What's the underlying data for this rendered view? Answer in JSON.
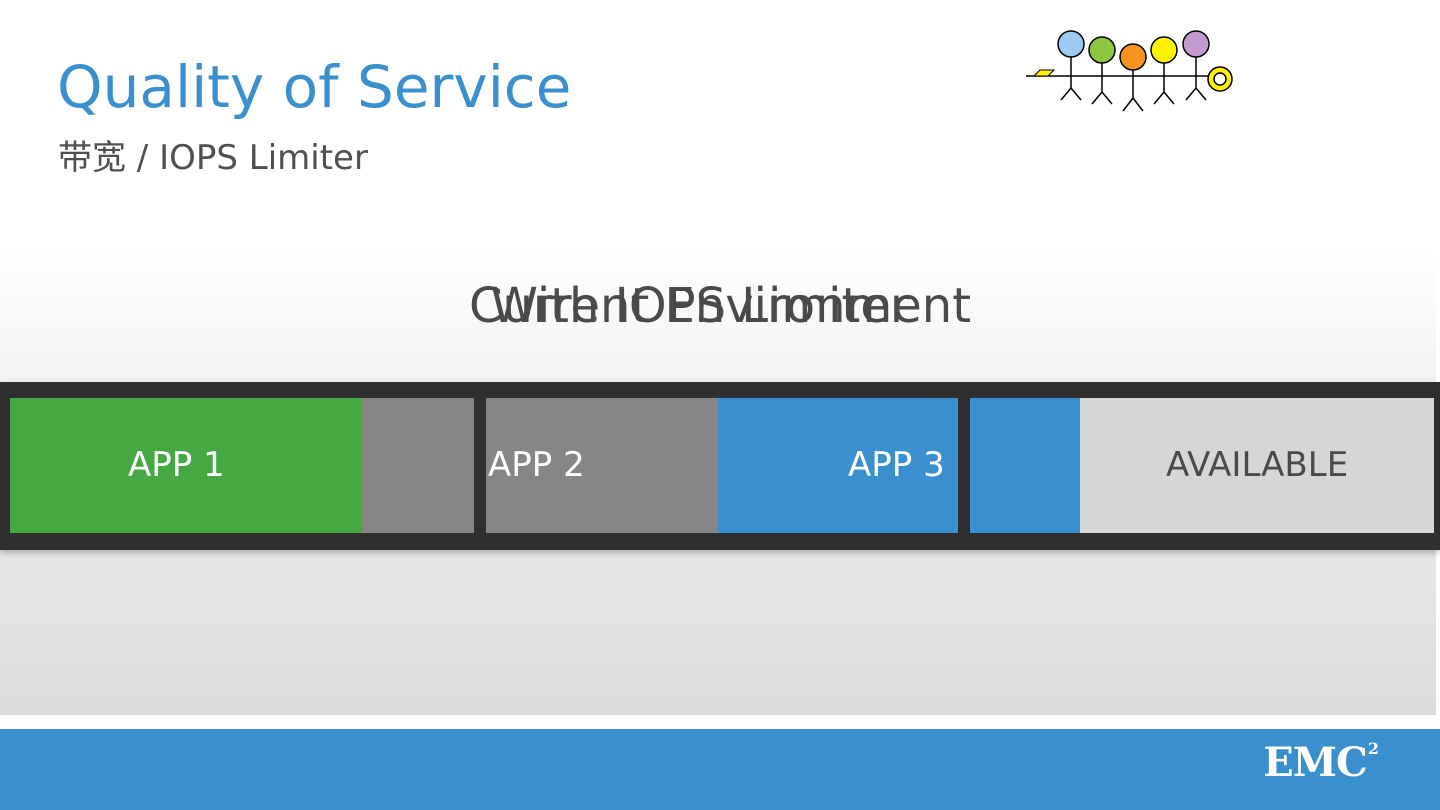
{
  "slide": {
    "title": "Quality of Service",
    "subtitle": "带宽  / IOPS Limiter",
    "heading_a": "Current Environment",
    "heading_b": "With IOPS Limiter"
  },
  "bar": {
    "segments": [
      {
        "label": "APP 1",
        "color": "#46a843"
      },
      {
        "label": "",
        "color": "#868686"
      },
      {
        "label": "APP 2",
        "color": "#868686"
      },
      {
        "label": "APP 3",
        "color": "#3a8fce"
      },
      {
        "label": "",
        "color": "#3a8fce"
      },
      {
        "label": "AVAILABLE",
        "color": "#d6d6d6"
      }
    ]
  },
  "footer": {
    "brand": "EMC",
    "brand_sup": "2",
    "color": "#3a8fce"
  },
  "logo": {
    "icon": "people-team-logo-icon",
    "colors": [
      "#9ccaf2",
      "#8dc63f",
      "#f7941d",
      "#fff200",
      "#c39bd3"
    ]
  }
}
